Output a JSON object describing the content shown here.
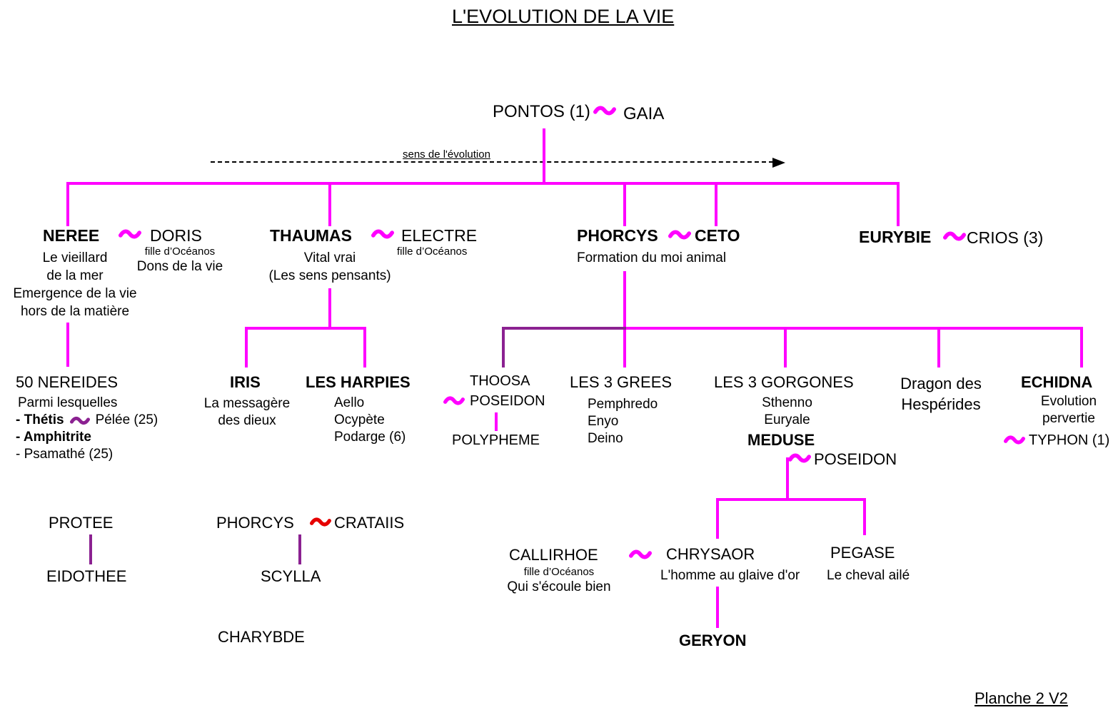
{
  "title": "L'EVOLUTION DE LA VIE",
  "footer": "Planche 2 V2",
  "arrow_label": "sens de l'évolution",
  "colors": {
    "magenta": "#ff00ff",
    "purple": "#8b2191",
    "red": "#e60000"
  },
  "gen1": {
    "pontos": "PONTOS (1)",
    "gaia": "GAIA"
  },
  "gen2": {
    "neree": {
      "name": "NEREE",
      "desc": [
        "Le vieillard",
        "de la mer",
        "Emergence de la vie",
        "hors de la matière"
      ]
    },
    "doris": {
      "name": "DORIS",
      "origin": "fille d’Océanos",
      "desc": "Dons de la vie"
    },
    "thaumas": {
      "name": "THAUMAS",
      "desc": [
        "Vital vrai",
        "(Les sens pensants)"
      ]
    },
    "electre": {
      "name": "ELECTRE",
      "origin": "fille d’Océanos"
    },
    "phorcys": {
      "name": "PHORCYS"
    },
    "ceto": {
      "name": "CETO",
      "desc": "Formation du moi animal"
    },
    "eurybie": {
      "name": "EURYBIE"
    },
    "crios": {
      "name": "CRIOS (3)"
    }
  },
  "gen3": {
    "nereides": {
      "name": "50 NEREIDES",
      "intro": "Parmi lesquelles",
      "thetis": "- Thétis",
      "pelee": "Pélée (25)",
      "amphitrite": "- Amphitrite",
      "psamathe": "- Psamathé (25)"
    },
    "iris": {
      "name": "IRIS",
      "desc": [
        "La messagère",
        "des dieux"
      ]
    },
    "harpies": {
      "name": "LES HARPIES",
      "members": [
        "Aello",
        "Ocypète",
        "Podarge (6)"
      ]
    },
    "thoosa": {
      "name": "THOOSA",
      "partner": "POSEIDON",
      "child": "POLYPHEME"
    },
    "grees": {
      "name": "LES 3 GREES",
      "members": [
        "Pemphredo",
        "Enyo",
        "Deino"
      ]
    },
    "gorgones": {
      "name": "LES 3 GORGONES",
      "members": [
        "Sthenno",
        "Euryale"
      ],
      "meduse": "MEDUSE",
      "partner": "POSEIDON"
    },
    "dragon": {
      "name": [
        "Dragon des",
        "Hespérides"
      ]
    },
    "echidna": {
      "name": "ECHIDNA",
      "desc": [
        "Evolution",
        "pervertie"
      ],
      "partner": "TYPHON (1)"
    }
  },
  "gen4": {
    "protee": "PROTEE",
    "eidothee": "EIDOTHEE",
    "phorcys2": "PHORCYS",
    "crataiis": "CRATAIIS",
    "scylla": "SCYLLA",
    "charybde": "CHARYBDE",
    "callirhoe": {
      "name": "CALLIRHOE",
      "origin": "fille d’Océanos",
      "desc": "Qui s'écoule bien"
    },
    "chrysaor": {
      "name": "CHRYSAOR",
      "desc": "L'homme au glaive d'or"
    },
    "pegase": {
      "name": "PEGASE",
      "desc": "Le cheval ailé"
    },
    "geryon": "GERYON"
  }
}
